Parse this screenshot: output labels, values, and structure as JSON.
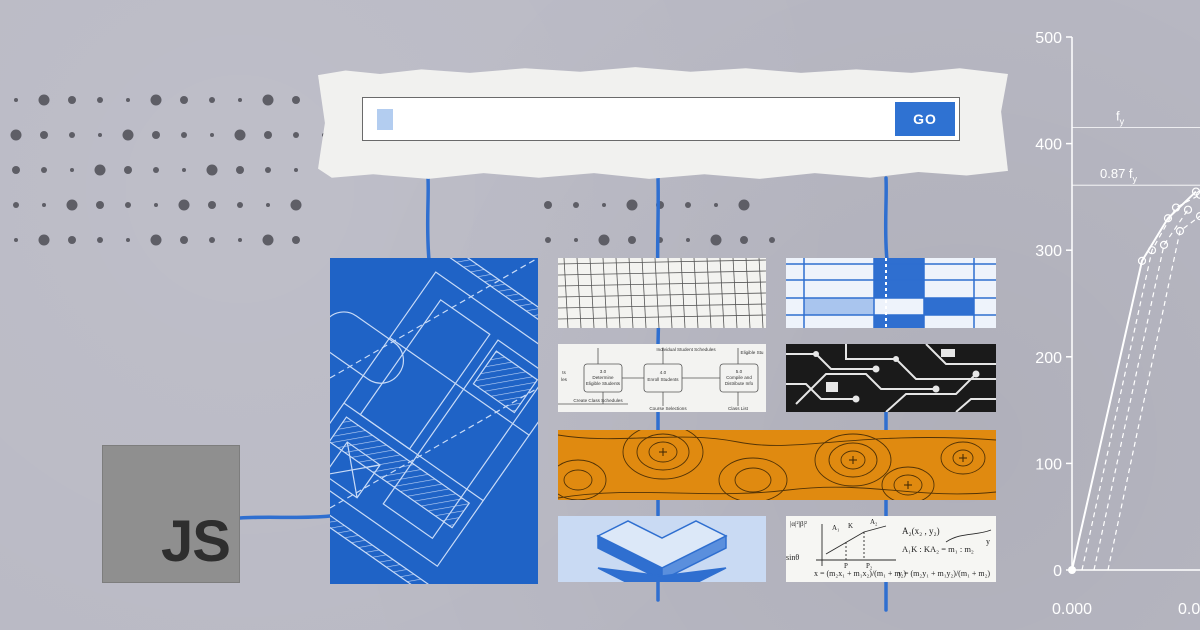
{
  "search": {
    "value": "",
    "placeholder": "",
    "go_label": "GO"
  },
  "logo": {
    "text": "JS"
  },
  "colors": {
    "background": "#b9b9c4",
    "accent_blue": "#2f72d2",
    "blueprint_blue": "#1f63c6",
    "topo_orange": "#e08a10",
    "paper": "#f1f1ef",
    "chart_line": "#ffffff"
  },
  "diagram": {
    "boxes": [
      {
        "num": "3.0",
        "line1": "Determine",
        "line2": "Eligible Students"
      },
      {
        "num": "4.0",
        "line1": "Enroll Students",
        "line2": ""
      },
      {
        "num": "5.0",
        "line1": "Compile and",
        "line2": "Distribute Info"
      }
    ],
    "flow_labels": [
      "Individual Student Schedules",
      "Eligible Stu",
      "Create Class Schedules",
      "Course Selections",
      "Class List"
    ],
    "edge_fragments": [
      "ts",
      "les"
    ]
  },
  "math": {
    "formulas": [
      "A₂(x₂ , y₂)",
      "A₁K : KA₂ = m₁ : m₂",
      "x = (m₂x₁ + m₁x₂)/(m₁ + m₂)",
      "y = (m₂y₁ + m₁y₂)/(m₁ + m₂)",
      "sinθ",
      "|α|²|β|²"
    ],
    "point_labels": [
      "A₁",
      "K",
      "A₂",
      "P",
      "P₂",
      "y"
    ]
  },
  "chart_data": {
    "type": "line",
    "title": "",
    "xlabel": "",
    "ylabel": "",
    "y_ticks": [
      0,
      100,
      200,
      300,
      400,
      500
    ],
    "x_tick_labels": [
      "0.000",
      "0.0"
    ],
    "ylim": [
      0,
      500
    ],
    "annotations": [
      {
        "label": "f",
        "subscript": "y",
        "y": 415
      },
      {
        "label": "0.87 f",
        "subscript": "y",
        "y": 361
      }
    ],
    "series": [
      {
        "style": "solid",
        "points": [
          [
            0,
            0
          ],
          [
            0.0035,
            290
          ],
          [
            0.0048,
            330
          ],
          [
            0.0062,
            355
          ]
        ]
      },
      {
        "style": "dashed",
        "points": [
          [
            0.0005,
            0
          ],
          [
            0.004,
            300
          ],
          [
            0.0052,
            340
          ],
          [
            0.0064,
            352
          ]
        ]
      },
      {
        "style": "dashed",
        "points": [
          [
            0.0011,
            0
          ],
          [
            0.0046,
            305
          ],
          [
            0.0058,
            338
          ]
        ]
      },
      {
        "style": "dashed",
        "points": [
          [
            0.0018,
            0
          ],
          [
            0.0054,
            318
          ],
          [
            0.0064,
            332
          ]
        ]
      }
    ],
    "grid": false
  }
}
